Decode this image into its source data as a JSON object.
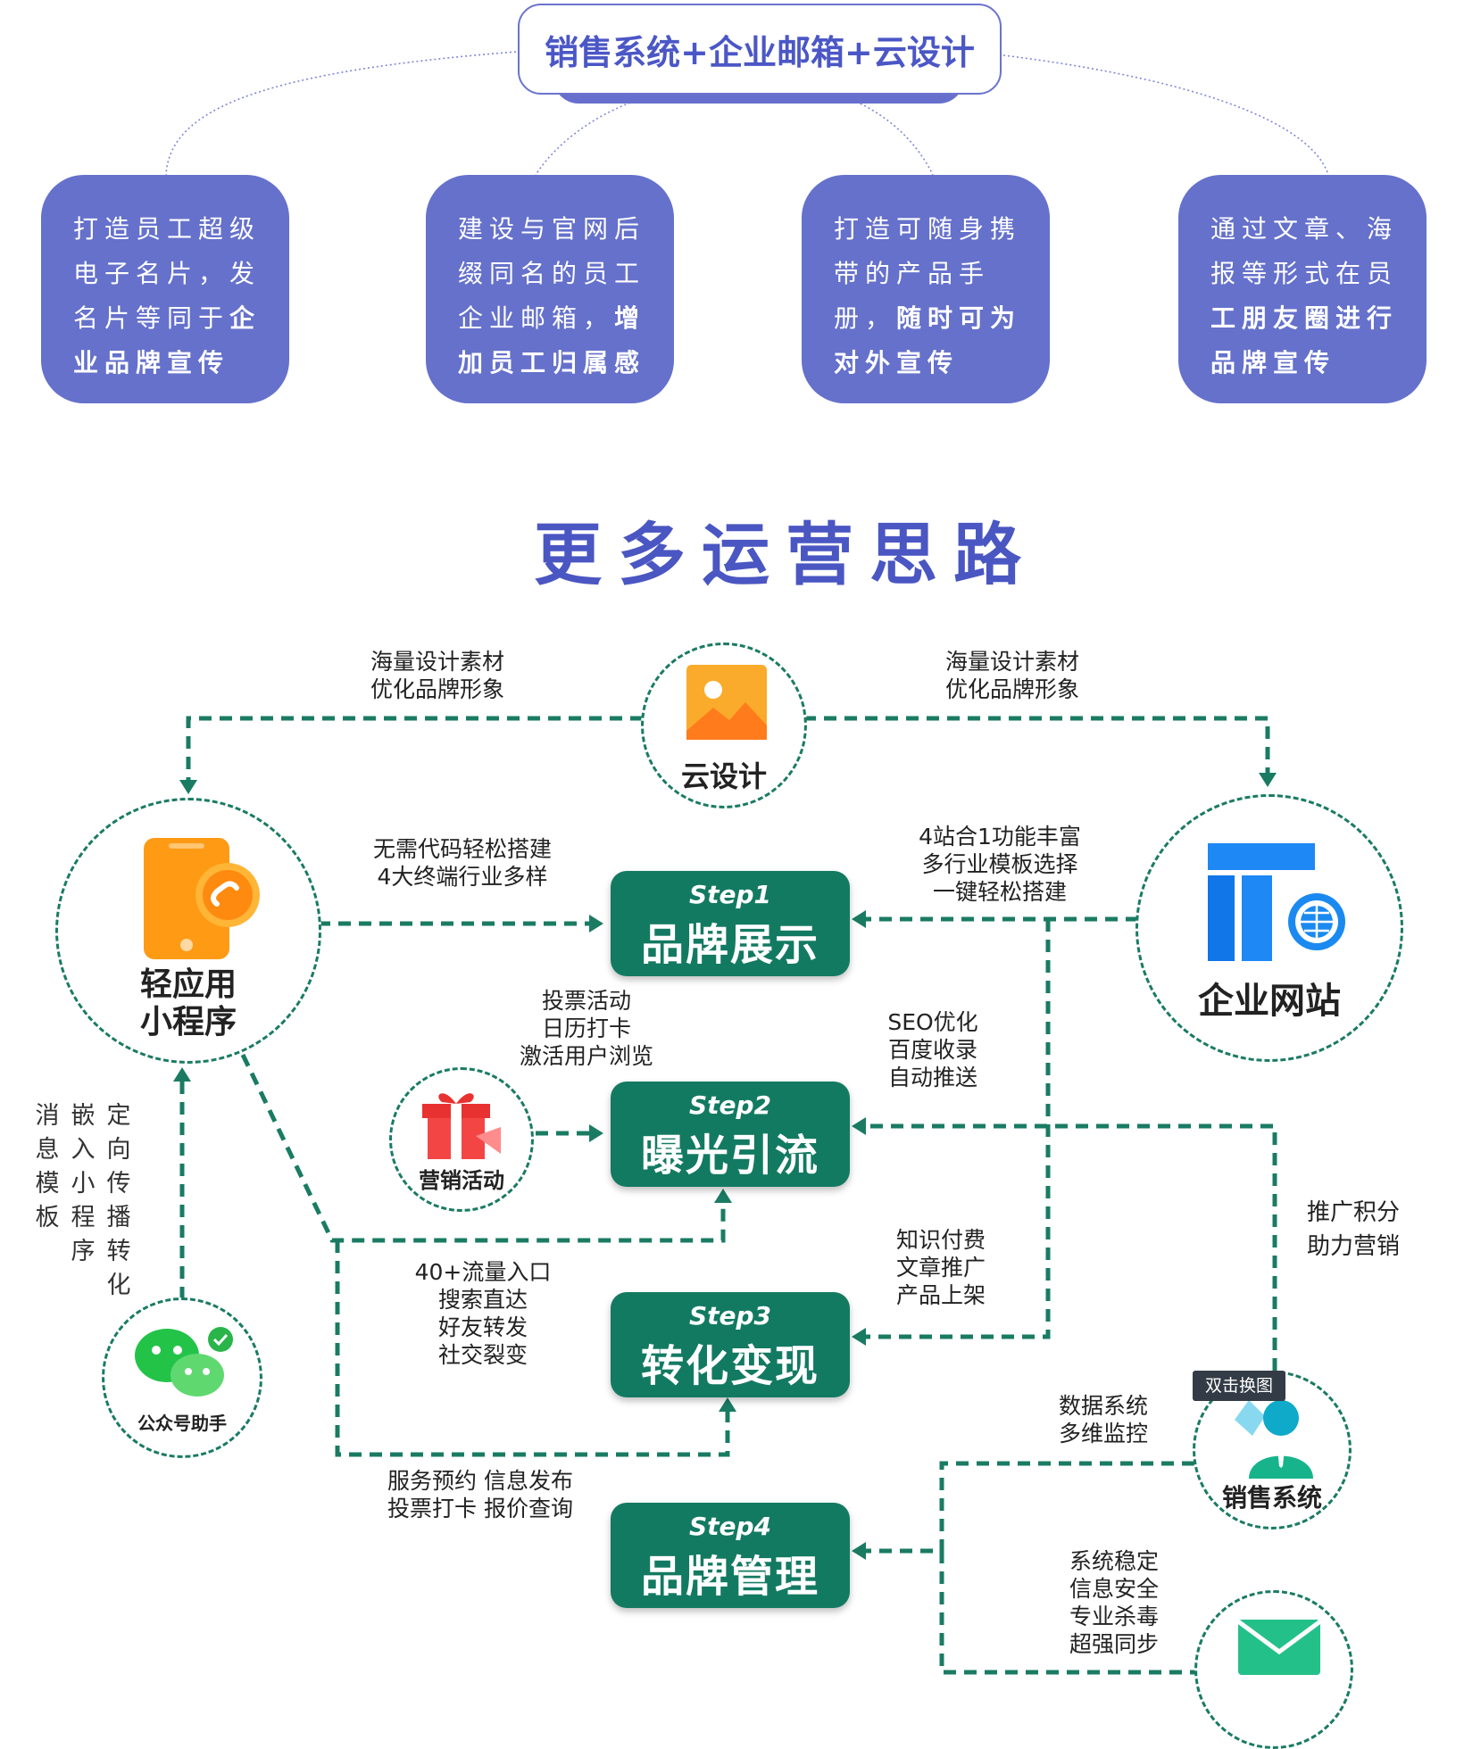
{
  "header": {
    "title": "销售系统+企业邮箱+云设计"
  },
  "features": [
    {
      "normal": "打造员工超级电子名片，发名片等同于",
      "bold": "企业品牌宣传"
    },
    {
      "normal": "建设与官网后缀同名的员工企业邮箱，",
      "bold": "增加员工归属感"
    },
    {
      "normal": "打造可随身携带的产品手册，",
      "bold": "随时可为对外宣传"
    },
    {
      "normal": "通过文章、海报等形式在员",
      "bold": "工朋友圈进行品牌宣传"
    }
  ],
  "section": {
    "title": "更多运营思路"
  },
  "nodes": {
    "cloud_design": "云设计",
    "mini_program_l1": "轻应用",
    "mini_program_l2": "小程序",
    "enterprise_site": "企业网站",
    "marketing": "营销活动",
    "wechat_helper": "公众号助手",
    "sales_system": "销售系统"
  },
  "steps": [
    {
      "num": "Step1",
      "title": "品牌展示"
    },
    {
      "num": "Step2",
      "title": "曝光引流"
    },
    {
      "num": "Step3",
      "title": "转化变现"
    },
    {
      "num": "Step4",
      "title": "品牌管理"
    }
  ],
  "notes": {
    "design_left": [
      "海量设计素材",
      "优化品牌形象"
    ],
    "design_right": [
      "海量设计素材",
      "优化品牌形象"
    ],
    "no_code": [
      "无需代码轻松搭建",
      "4大终端行业多样"
    ],
    "site_features": [
      "4站合1功能丰富",
      "多行业模板选择",
      "一键轻松搭建"
    ],
    "activities": [
      "投票活动",
      "日历打卡",
      "激活用户浏览"
    ],
    "seo": [
      "SEO优化",
      "百度收录",
      "自动推送"
    ],
    "points": [
      "推广积分",
      "助力营销"
    ],
    "traffic": [
      "40+流量入口",
      "搜索直达",
      "好友转发",
      "社交裂变"
    ],
    "knowledge": [
      "知识付费",
      "文章推广",
      "产品上架"
    ],
    "services": [
      "服务预约 信息发布",
      "投票打卡 报价查询"
    ],
    "data": [
      "数据系统",
      "多维监控"
    ],
    "stability": [
      "系统稳定",
      "信息安全",
      "专业杀毒",
      "超强同步"
    ],
    "vertical_1": "消息模板",
    "vertical_2": "嵌入小程序",
    "vertical_3": "定向传播转化"
  },
  "tag": {
    "label": "双击换图"
  },
  "colors": {
    "brand": "#6571cb",
    "step": "#137a62",
    "line": "#1a7b63"
  }
}
